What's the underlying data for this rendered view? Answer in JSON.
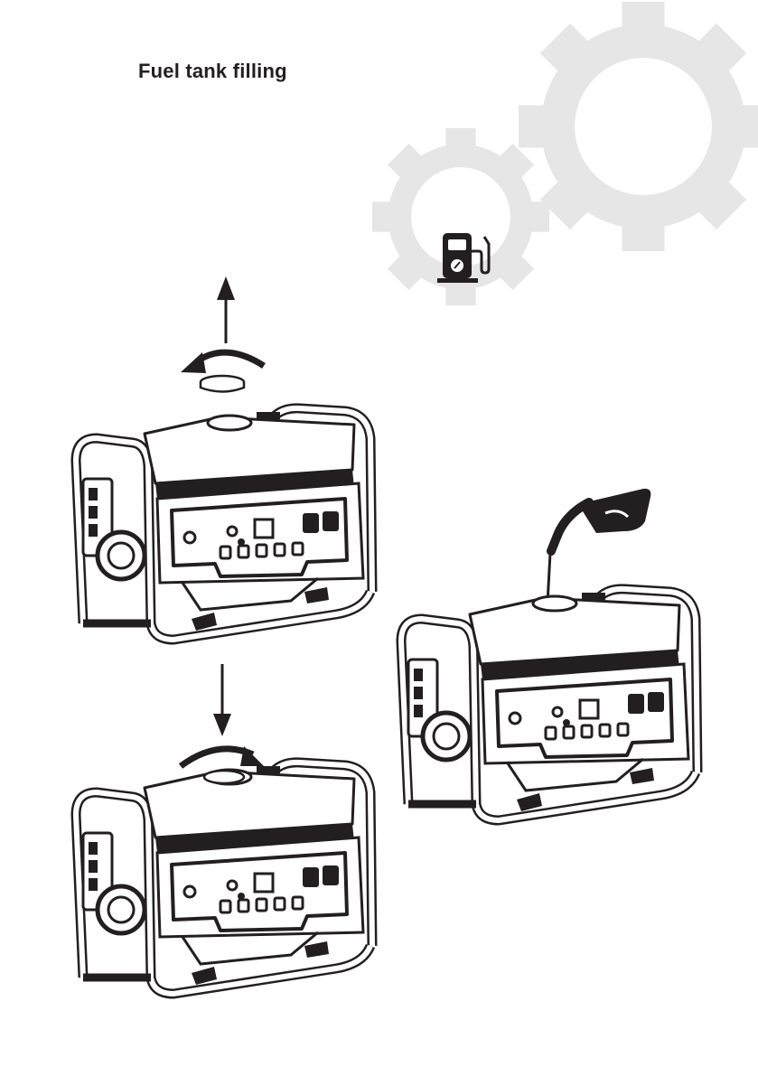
{
  "page": {
    "title": "Fuel tank filling"
  },
  "colors": {
    "ink": "#231f20",
    "gear": "#e6e6e6",
    "paper": "#ffffff"
  },
  "icons": {
    "background": [
      "large-gear-icon",
      "small-gear-icon"
    ],
    "fuel": "fuel-pump-icon",
    "arrows": [
      "up-arrow-icon",
      "down-arrow-icon",
      "counterclockwise-arrow-icon",
      "clockwise-arrow-icon"
    ],
    "other": [
      "fuel-nozzle-icon",
      "fuel-cap-icon"
    ]
  },
  "illustrations": [
    {
      "name": "generator-cap-removal"
    },
    {
      "name": "generator-cap-refit"
    },
    {
      "name": "generator-refueling"
    }
  ]
}
